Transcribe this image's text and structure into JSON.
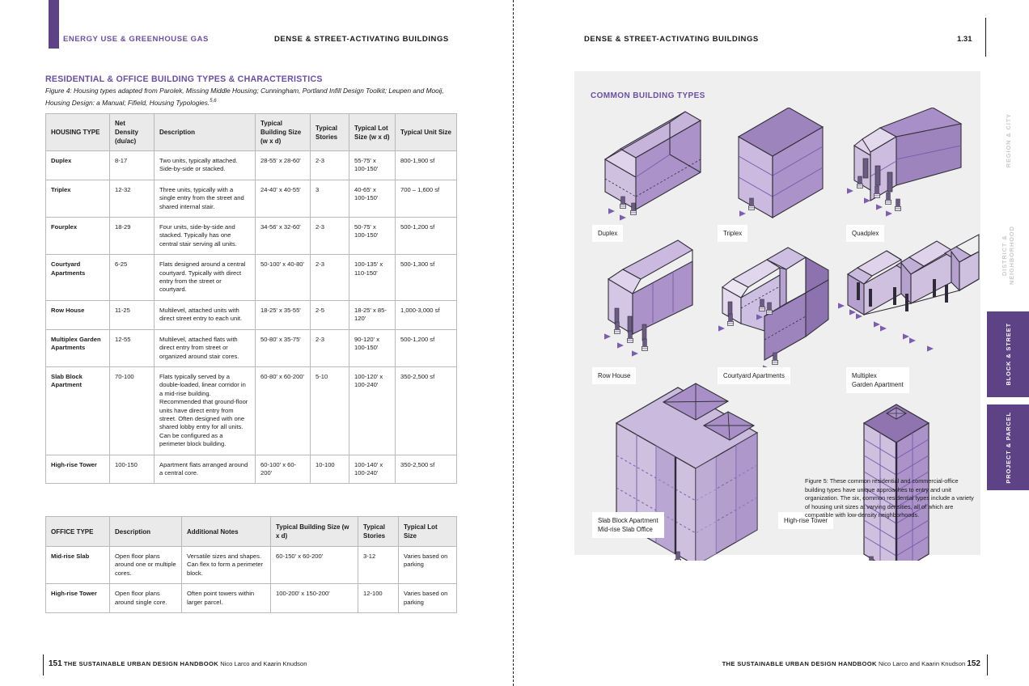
{
  "left_page": {
    "header_left": "ENERGY USE & GREENHOUSE GAS",
    "header_right": "DENSE & STREET-ACTIVATING BUILDINGS",
    "section_title": "RESIDENTIAL & OFFICE BUILDING TYPES & CHARACTERISTICS",
    "figure_caption": "Figure 4: Housing types adapted from Parolek, Missing Middle Housing; Cunningham, Portland Infill Design Toolkit; Leupen and Mooij, Housing Design: a Manual; Fifield, Housing Typologies.",
    "figure_caption_superscript": "5,6",
    "footer": {
      "page": "151",
      "book": "THE SUSTAINABLE URBAN DESIGN HANDBOOK",
      "authors": "Nico Larco and Kaarin Knudson"
    }
  },
  "right_page": {
    "header_left": "DENSE & STREET-ACTIVATING BUILDINGS",
    "header_number": "1.31",
    "panel_title": "COMMON BUILDING TYPES",
    "figure5": "Figure 5: These common residential and commercial-office building types have unique approaches to entry and unit organization. The six, common residential types include a variety of housing unit sizes at varying densities, all of which are compatible with low-density neighborhoods.",
    "footer": {
      "page": "152",
      "book": "THE SUSTAINABLE URBAN DESIGN HANDBOOK",
      "authors": "Nico Larco and Kaarin Knudson"
    }
  },
  "housing_table": {
    "columns": [
      "HOUSING TYPE",
      "Net Density (du/ac)",
      "Description",
      "Typical Building Size (w x d)",
      "Typical Stories",
      "Typical Lot Size (w x d)",
      "Typical Unit Size"
    ],
    "rows": [
      {
        "type": "Duplex",
        "density": "8-17",
        "description": "Two units, typically attached. Side-by-side or stacked.",
        "building_size": "28-55' x 28-60'",
        "stories": "2-3",
        "lot_size": "55-75' x 100-150'",
        "unit_size": "800-1,900 sf"
      },
      {
        "type": "Triplex",
        "density": "12-32",
        "description": "Three units, typically with a single entry from the street and shared internal stair.",
        "building_size": "24-40' x 40-55'",
        "stories": "3",
        "lot_size": "40-65' x 100-150'",
        "unit_size": "700 – 1,600 sf"
      },
      {
        "type": "Fourplex",
        "density": "18-29",
        "description": "Four units, side-by-side and stacked. Typically has one central stair serving all units.",
        "building_size": "34-56' x 32-60'",
        "stories": "2-3",
        "lot_size": "50-75' x 100-150'",
        "unit_size": "500-1,200 sf"
      },
      {
        "type": "Courtyard Apartments",
        "density": "6-25",
        "description": "Flats designed around a central courtyard. Typically with direct entry from the street or courtyard.",
        "building_size": "50-100' x 40-80'",
        "stories": "2-3",
        "lot_size": "100-135' x 110-150'",
        "unit_size": "500-1,300 sf"
      },
      {
        "type": "Row House",
        "density": "11-25",
        "description": "Multilevel, attached units with direct street entry to each unit.",
        "building_size": "18-25' x 35-55'",
        "stories": "2-5",
        "lot_size": "18-25' x 85-120'",
        "unit_size": "1,000-3,000 sf"
      },
      {
        "type": "Multiplex Garden Apartments",
        "density": "12-55",
        "description": "Multilevel, attached flats with direct entry from street or organized around stair cores.",
        "building_size": "50-80' x 35-75'",
        "stories": "2-3",
        "lot_size": "90-120' x 100-150'",
        "unit_size": "500-1,200 sf"
      },
      {
        "type": "Slab Block Apartment",
        "density": "70-100",
        "description": "Flats typically served by a double-loaded, linear corridor in a mid-rise building. Recommended that ground-floor units have direct entry from street. Often designed with one shared lobby entry for all units. Can be configured as a perimeter block building.",
        "building_size": "60-80' x 60-200'",
        "stories": "5-10",
        "lot_size": "100-120' x 100-240'",
        "unit_size": "350-2,500 sf"
      },
      {
        "type": "High-rise Tower",
        "density": "100-150",
        "description": "Apartment flats arranged around a central core.",
        "building_size": "60-100' x 60-200'",
        "stories": "10-100",
        "lot_size": "100-140' x 100-240'",
        "unit_size": "350-2,500 sf"
      }
    ]
  },
  "office_table": {
    "columns": [
      "OFFICE TYPE",
      "Description",
      "Additional Notes",
      "Typical Building Size (w x d)",
      "Typical Stories",
      "Typical Lot Size"
    ],
    "rows": [
      {
        "type": "Mid-rise Slab",
        "description": "Open floor plans around one or multiple cores.",
        "notes": "Versatile sizes and shapes.  Can flex to form a perimeter block.",
        "building_size": "60-150' x 60-200'",
        "stories": "3-12",
        "lot_size": "Varies based on parking"
      },
      {
        "type": "High-rise Tower",
        "description": "Open floor plans around single core.",
        "notes": "Often point towers within larger parcel.",
        "building_size": "100-200' x 150-200'",
        "stories": "12-100",
        "lot_size": "Varies based on parking"
      }
    ]
  },
  "building_diagrams": [
    {
      "label": "Duplex"
    },
    {
      "label": "Triplex"
    },
    {
      "label": "Quadplex"
    },
    {
      "label": "Row House"
    },
    {
      "label": "Courtyard Apartments"
    },
    {
      "label": "Multiplex\nGarden Apartment"
    },
    {
      "label": "Slab Block Apartment\nMid-rise Slab Office"
    },
    {
      "label": "High-rise Tower"
    }
  ],
  "side_tabs": [
    {
      "label": "REGION & CITY",
      "active": false
    },
    {
      "label": "DISTRICT &\nNEIGHBORHOOD",
      "active": false
    },
    {
      "label": "BLOCK & STREET",
      "active": true
    },
    {
      "label": "PROJECT & PARCEL",
      "active": true
    }
  ],
  "colors": {
    "purple_dark": "#5d4285",
    "purple_heading": "#6b4fa0",
    "panel_bg": "#efefef",
    "table_header_bg": "#eaeaea",
    "massing_light": "#cfc0e0",
    "massing_mid": "#ad95c8",
    "massing_dark": "#8f74b0"
  }
}
